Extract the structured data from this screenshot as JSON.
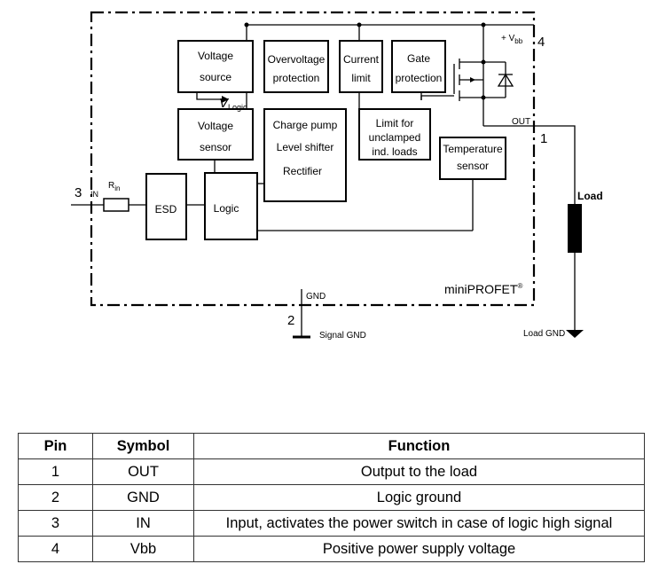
{
  "diagram": {
    "blocks": {
      "voltage_source": [
        "Voltage",
        "source"
      ],
      "overvoltage": [
        "Overvoltage",
        "protection"
      ],
      "current_limit": [
        "Current",
        "limit"
      ],
      "gate_protection": [
        "Gate",
        "protection"
      ],
      "voltage_sensor": [
        "Voltage",
        "sensor"
      ],
      "charge_pump": [
        "Charge pump",
        "Level shifter",
        "Rectifier"
      ],
      "limit_unclamped": [
        "Limit for",
        "unclamped",
        "ind. loads"
      ],
      "temp_sensor": [
        "Temperature",
        "sensor"
      ],
      "esd": "ESD",
      "logic": "Logic"
    },
    "v_logic": {
      "main": "V",
      "sub": "Logic"
    },
    "vbb": {
      "prefix": "+ V",
      "sub": "bb"
    },
    "rin": {
      "main": "R",
      "sub": "in"
    },
    "in_sub": "IN",
    "out_label": "OUT",
    "gnd_label": "GND",
    "pins": {
      "p1": "1",
      "p2": "2",
      "p3": "3",
      "p4": "4"
    },
    "load_label": "Load",
    "signal_gnd": "Signal GND",
    "load_gnd": "Load GND",
    "brand": {
      "name": "miniPROFET",
      "mark": "®"
    }
  },
  "table": {
    "headers": [
      "Pin",
      "Symbol",
      "Function"
    ],
    "rows": [
      [
        "1",
        "OUT",
        "Output to the load"
      ],
      [
        "2",
        "GND",
        "Logic ground"
      ],
      [
        "3",
        "IN",
        "Input, activates the power switch in case of logic high signal"
      ],
      [
        "4",
        "Vbb",
        "Positive power supply voltage"
      ]
    ]
  }
}
